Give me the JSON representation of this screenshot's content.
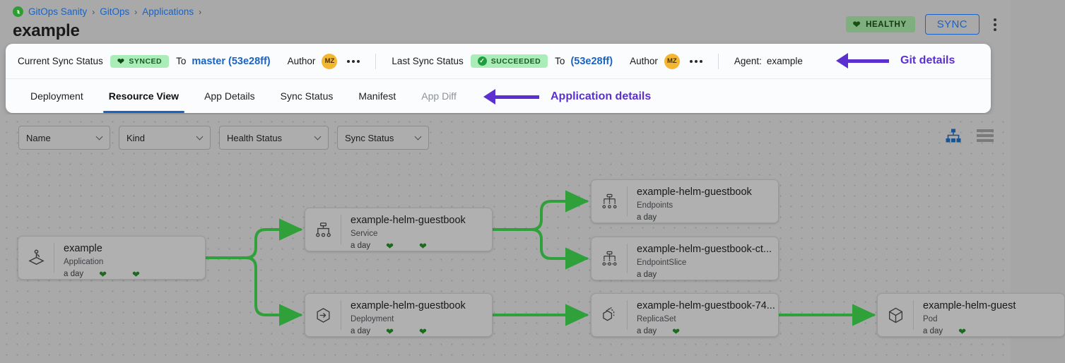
{
  "header": {
    "breadcrumb": [
      {
        "label": "GitOps Sanity",
        "icon": "gitops-logo-icon"
      },
      {
        "label": "GitOps"
      },
      {
        "label": "Applications"
      }
    ],
    "separator": "›",
    "title": "example",
    "health_badge": {
      "label": "HEALTHY",
      "icon": "heart-icon",
      "color": "#7fae7f"
    },
    "sync_button": {
      "label": "SYNC",
      "color": "#1a63c4"
    },
    "overflow_menu": "kebab-menu-icon"
  },
  "sync_bar": {
    "current": {
      "label": "Current Sync Status",
      "status": "SYNCED",
      "status_icon": "heart-icon",
      "to_label": "To",
      "revision": "master (53e28ff)",
      "author_label": "Author",
      "author_initials": "MZ",
      "more": "ellipsis-icon"
    },
    "last": {
      "label": "Last Sync Status",
      "status": "SUCCEEDED",
      "status_icon": "check-circle-icon",
      "to_label": "To",
      "revision": "(53e28ff)",
      "author_label": "Author",
      "author_initials": "MZ",
      "more": "ellipsis-icon"
    },
    "agent": {
      "label": "Agent:",
      "value": "example"
    },
    "annotation": "Git details"
  },
  "tabs": {
    "items": [
      {
        "label": "Deployment",
        "active": false,
        "dim": false
      },
      {
        "label": "Resource View",
        "active": true,
        "dim": false
      },
      {
        "label": "App Details",
        "active": false,
        "dim": false
      },
      {
        "label": "Sync Status",
        "active": false,
        "dim": false
      },
      {
        "label": "Manifest",
        "active": false,
        "dim": false
      },
      {
        "label": "App Diff",
        "active": false,
        "dim": true
      }
    ],
    "annotation": "Application details"
  },
  "filters": [
    {
      "label": "Name",
      "icon": "chevron-down-icon"
    },
    {
      "label": "Kind",
      "icon": "chevron-down-icon"
    },
    {
      "label": "Health Status",
      "icon": "chevron-down-icon"
    },
    {
      "label": "Sync Status",
      "icon": "chevron-down-icon"
    }
  ],
  "view_toggle": {
    "tree": {
      "icon": "tree-view-icon",
      "active": true,
      "color": "#1a5490"
    },
    "list": {
      "icon": "list-view-icon",
      "active": false,
      "color": "#7a7a7a"
    }
  },
  "graph": {
    "nodes": [
      {
        "id": "app",
        "title": "example",
        "kind": "Application",
        "age": "a day",
        "icon": "application-icon",
        "hearts": 2
      },
      {
        "id": "service",
        "title": "example-helm-guestbook",
        "kind": "Service",
        "age": "a day",
        "icon": "service-icon",
        "hearts": 2
      },
      {
        "id": "deployment",
        "title": "example-helm-guestbook",
        "kind": "Deployment",
        "age": "a day",
        "icon": "deployment-icon",
        "hearts": 2
      },
      {
        "id": "endpoints",
        "title": "example-helm-guestbook",
        "kind": "Endpoints",
        "age": "a day",
        "icon": "endpoints-icon",
        "hearts": 0
      },
      {
        "id": "eslice",
        "title": "example-helm-guestbook-ct...",
        "kind": "EndpointSlice",
        "age": "a day",
        "icon": "endpointslice-icon",
        "hearts": 0
      },
      {
        "id": "replicaset",
        "title": "example-helm-guestbook-74...",
        "kind": "ReplicaSet",
        "age": "a day",
        "icon": "replicaset-icon",
        "hearts": 1
      },
      {
        "id": "pod",
        "title": "example-helm-guest",
        "kind": "Pod",
        "age": "a day",
        "icon": "pod-icon",
        "hearts": 1
      }
    ],
    "edges": [
      {
        "from": "app",
        "to": "service"
      },
      {
        "from": "app",
        "to": "deployment"
      },
      {
        "from": "service",
        "to": "endpoints"
      },
      {
        "from": "service",
        "to": "eslice"
      },
      {
        "from": "deployment",
        "to": "replicaset"
      },
      {
        "from": "replicaset",
        "to": "pod"
      }
    ],
    "edge_color": "#30a03a",
    "heart_color": "#1b6b1e"
  }
}
